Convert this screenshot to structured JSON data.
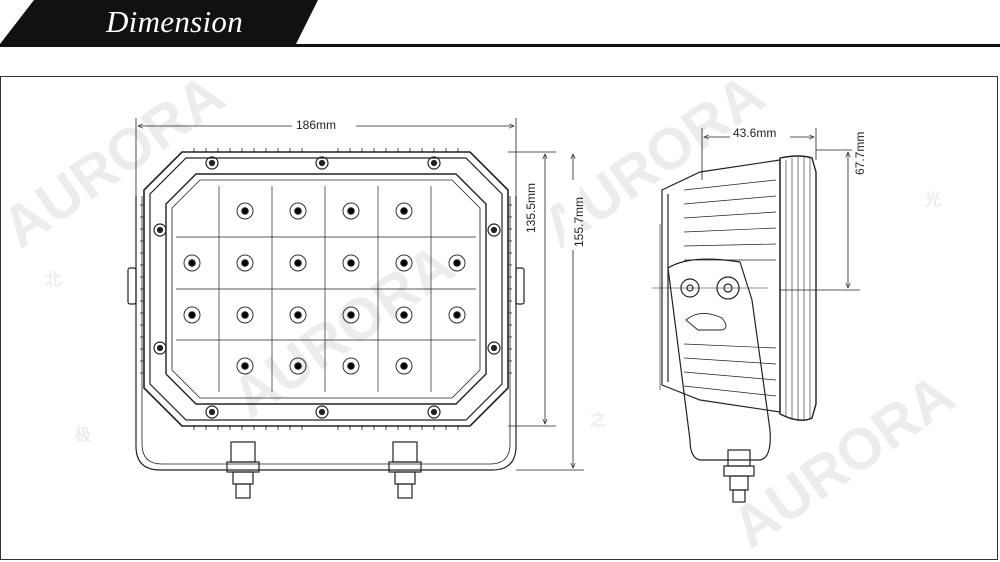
{
  "header": {
    "title": "Dimension",
    "colors": {
      "bar": "#111111",
      "title_text": "#ffffff"
    }
  },
  "watermark": {
    "brand": "AURORA",
    "characters": [
      "北",
      "极",
      "光",
      "之"
    ]
  },
  "front_view": {
    "width_label": "186mm",
    "body_height_label": "135.5mm",
    "total_height_label": "155.7mm",
    "led_count": 20
  },
  "side_view": {
    "depth_label": "43.6mm",
    "mount_height_label": "67.7mm"
  },
  "colors": {
    "line": "#222222",
    "led_ring": "#333333",
    "led_center": "#000000"
  }
}
